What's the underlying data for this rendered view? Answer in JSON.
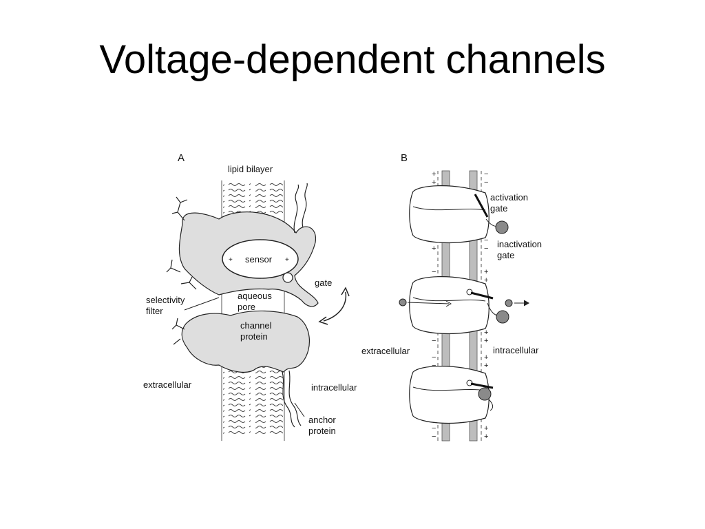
{
  "slide": {
    "title": "Voltage-dependent channels"
  },
  "panel_a": {
    "letter": "A",
    "labels": {
      "lipid_bilayer": "lipid bilayer",
      "sensor": "sensor",
      "gate": "gate",
      "selectivity_1": "selectivity",
      "selectivity_2": "filter",
      "aqueous_1": "aqueous",
      "aqueous_2": "pore",
      "channel_1": "channel",
      "channel_2": "protein",
      "extracellular": "extracellular",
      "intracellular": "intracellular",
      "anchor_1": "anchor",
      "anchor_2": "protein"
    }
  },
  "panel_b": {
    "letter": "B",
    "labels": {
      "activation_1": "activation",
      "activation_2": "gate",
      "inactivation_1": "inactivation",
      "inactivation_2": "gate",
      "extracellular": "extracellular",
      "intracellular": "intracellular"
    }
  },
  "colors": {
    "protein_fill": "#dedede",
    "membrane_fill": "#bdbdbd",
    "ball_fill": "#8a8a8a",
    "line": "#222222"
  }
}
